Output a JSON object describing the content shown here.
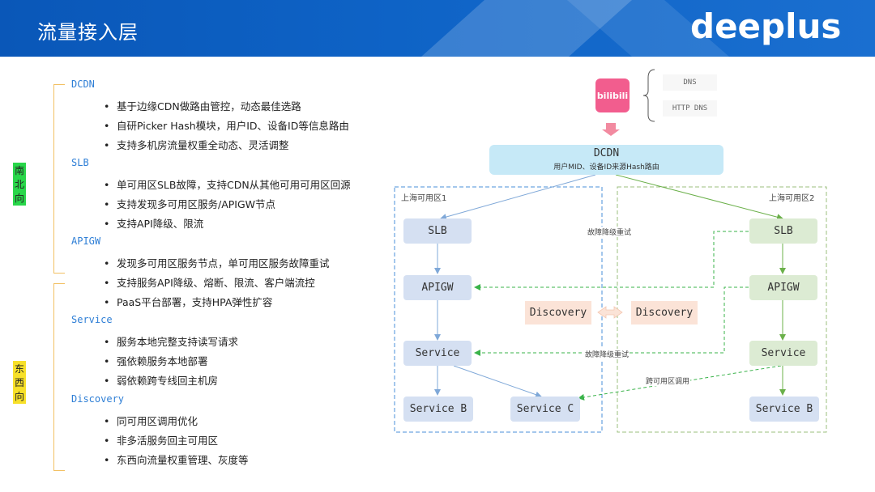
{
  "header": {
    "title": "流量接入层",
    "logo": "deeplus"
  },
  "tags": {
    "north_south": "南北向",
    "east_west": "东西向"
  },
  "sections": [
    {
      "title": "DCDN",
      "bullets": [
        "基于边缘CDN做路由管控，动态最佳选路",
        "自研Picker Hash模块，用户ID、设备ID等信息路由",
        "支持多机房流量权重全动态、灵活调整"
      ]
    },
    {
      "title": "SLB",
      "bullets": [
        "单可用区SLB故障，支持CDN从其他可用可用区回源",
        "支持发现多可用区服务/APIGW节点",
        "支持API降级、限流"
      ]
    },
    {
      "title": "APIGW",
      "bullets": [
        "发现多可用区服务节点，单可用区服务故障重试",
        "支持服务API降级、熔断、限流、客户端流控",
        "PaaS平台部署，支持HPA弹性扩容"
      ]
    },
    {
      "title": "Service",
      "bullets": [
        "服务本地完整支持读写请求",
        "强依赖服务本地部署",
        "弱依赖跨专线回主机房"
      ]
    },
    {
      "title": "Discovery",
      "bullets": [
        "同可用区调用优化",
        "非多活服务回主可用区",
        "东西向流量权重管理、灰度等"
      ]
    }
  ],
  "diagram": {
    "app_logo": "bilibili",
    "dns_items": [
      "DNS",
      "HTTP DNS"
    ],
    "dcdn": {
      "title": "DCDN",
      "subtitle": "用户MID、设备ID来源Hash路由"
    },
    "zone_left": "上海可用区1",
    "zone_right": "上海可用区2",
    "left_nodes": {
      "slb": "SLB",
      "apigw": "APIGW",
      "service": "Service",
      "service_b": "Service B",
      "service_c": "Service C"
    },
    "right_nodes": {
      "slb": "SLB",
      "apigw": "APIGW",
      "service": "Service",
      "service_b": "Service B"
    },
    "discovery_left": "Discovery",
    "discovery_right": "Discovery",
    "edge_labels": {
      "fallback_top": "故障降级重试",
      "fallback_mid": "故障降级重试",
      "cross_zone": "跨可用区调用"
    },
    "colors": {
      "header_blue": "#0e63c6",
      "zone1_border": "#4a8fd8",
      "zone2_border": "#9bbf7e",
      "blue_arrow": "#7fa8d8",
      "green_arrow": "#6bb04a",
      "tag_green": "#29d64a",
      "tag_yellow": "#f7e02a"
    }
  }
}
